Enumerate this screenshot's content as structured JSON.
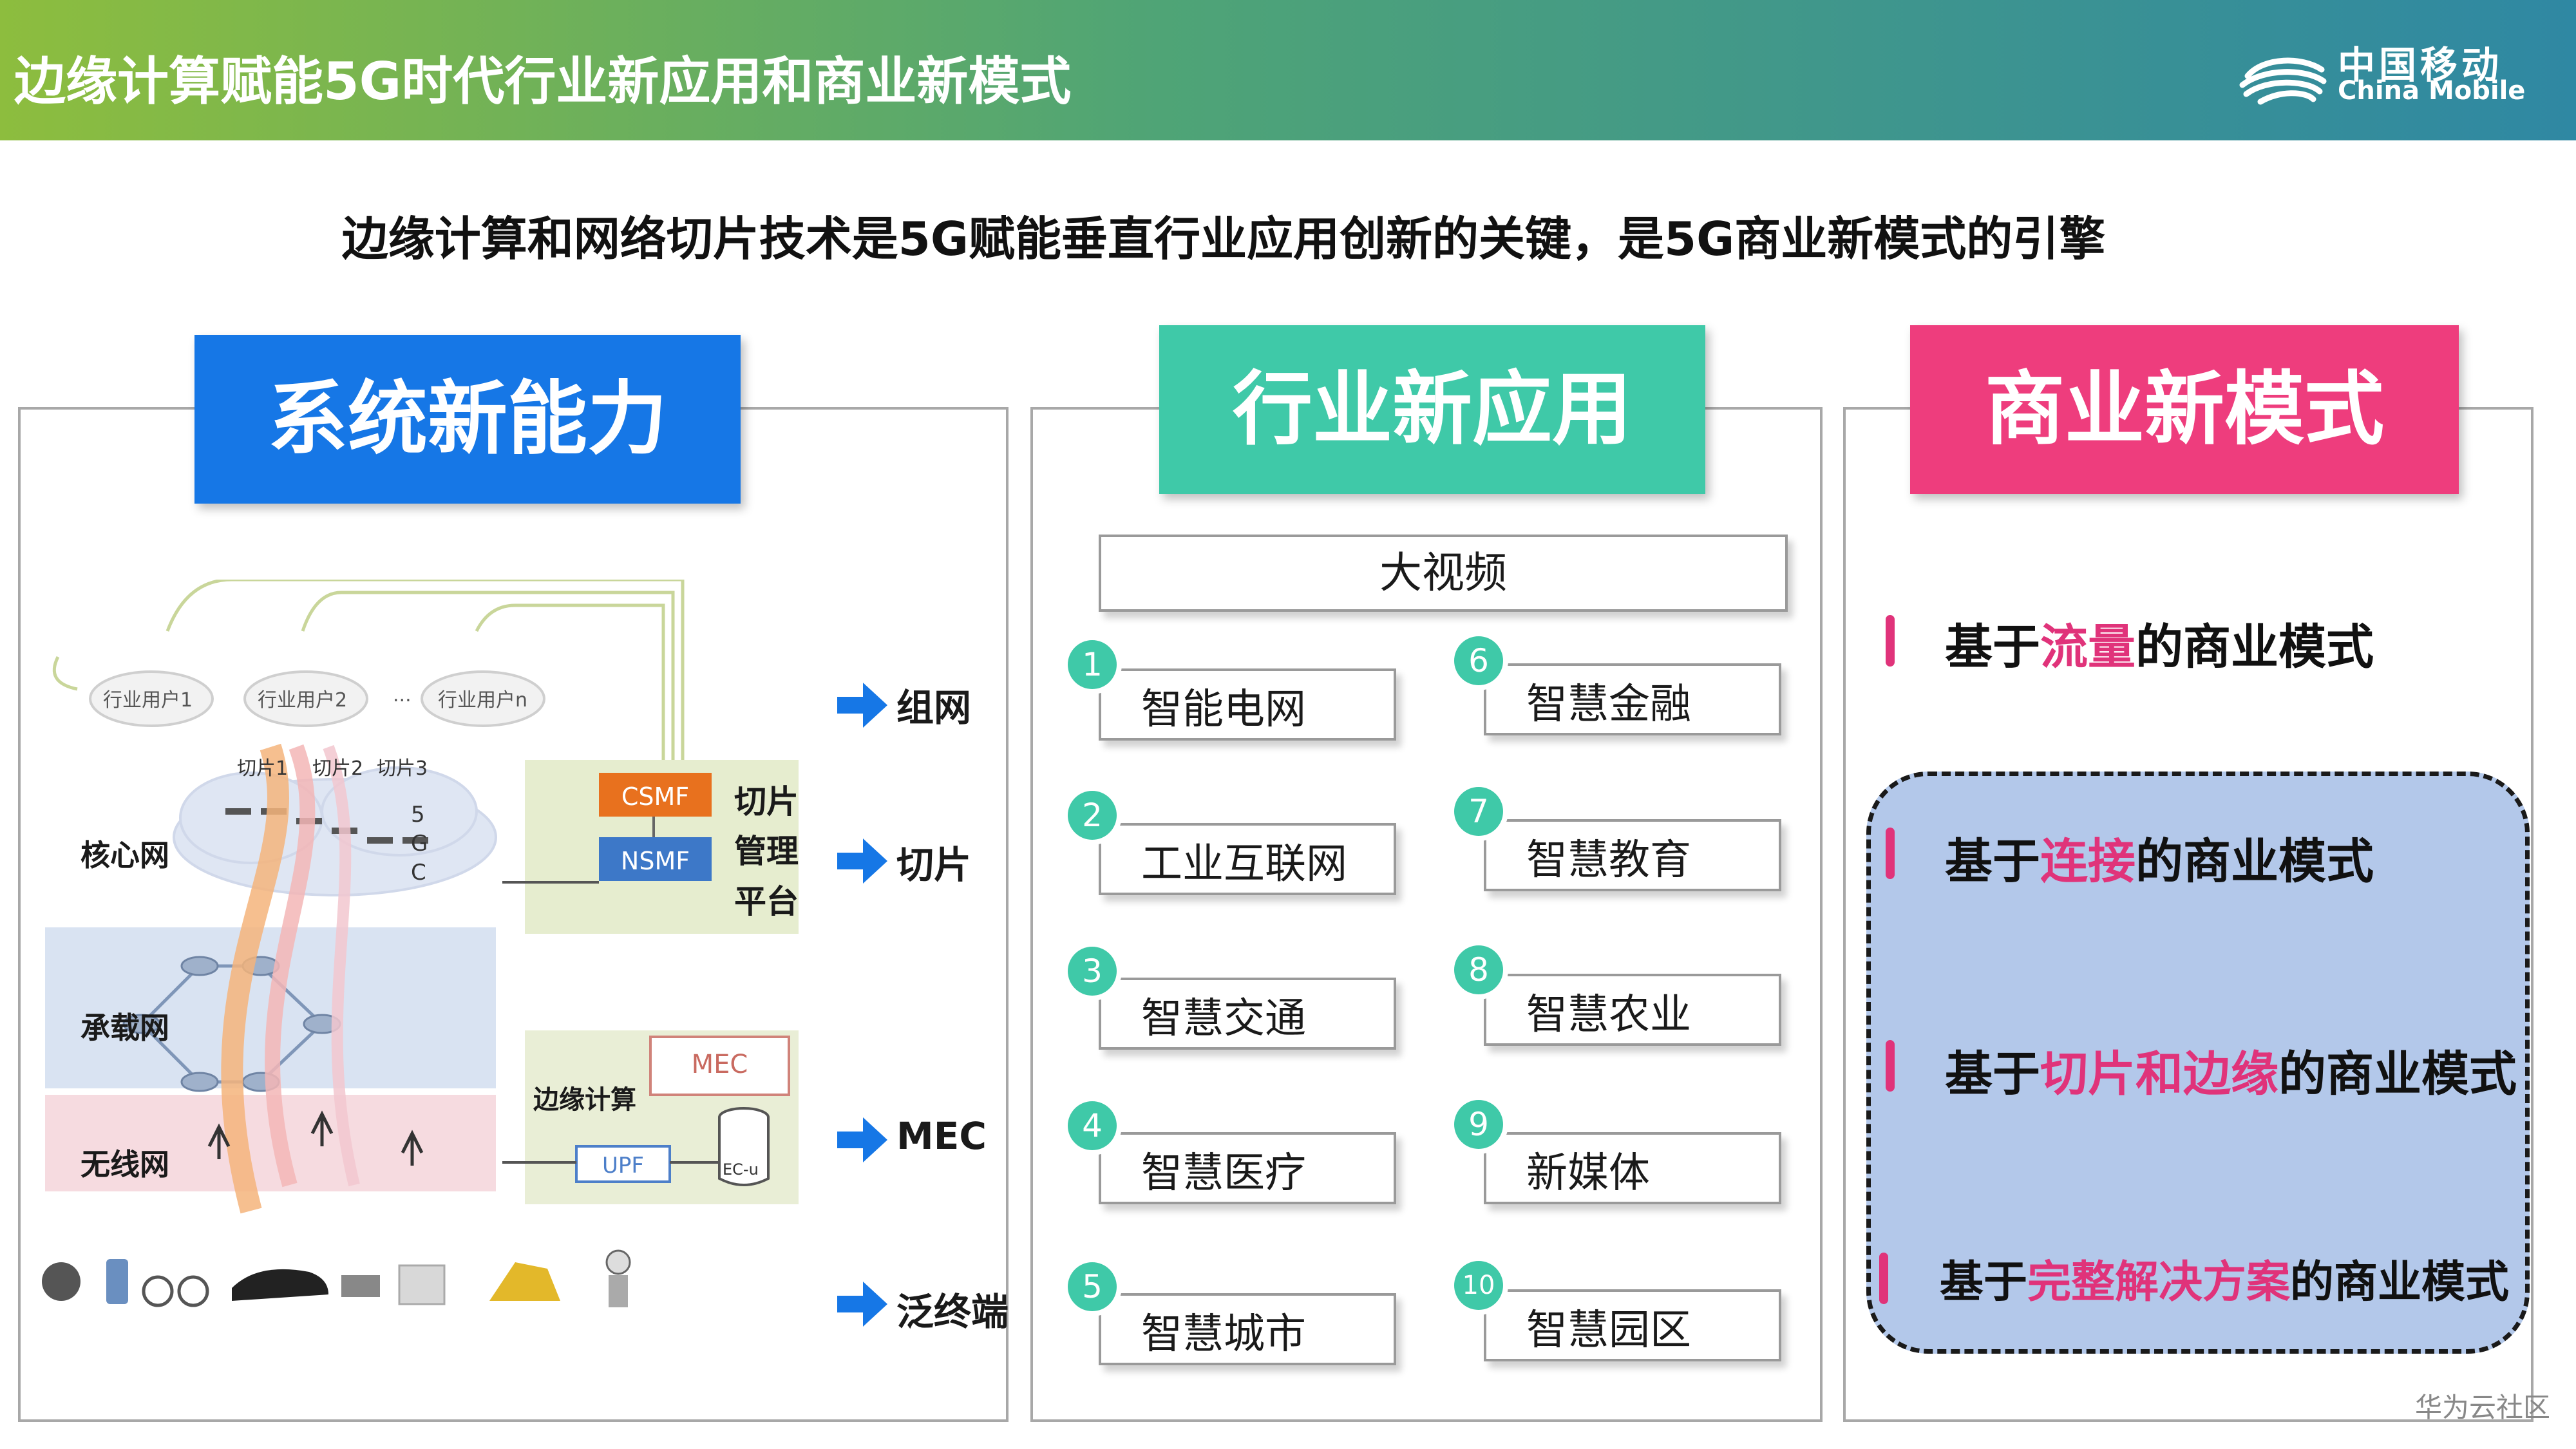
{
  "header": {
    "title": "边缘计算赋能5G时代行业新应用和商业新模式",
    "logo_cn": "中国移动",
    "logo_en": "China Mobile"
  },
  "subtitle": "边缘计算和网络切片技术是5G赋能垂直行业应用创新的关键，是5G商业新模式的引擎",
  "panel1": {
    "title": "系统新能力",
    "users": [
      "行业用户1",
      "行业用户2",
      "...",
      "行业用户n"
    ],
    "slices": [
      "切片1",
      "切片2",
      "切片3"
    ],
    "core_letters": [
      "5",
      "G",
      "C"
    ],
    "csmf": "CSMF",
    "nsmf": "NSMF",
    "slice_mgmt": [
      "切片",
      "管理",
      "平台"
    ],
    "net_core": "核心网",
    "net_bearer": "承载网",
    "net_wireless": "无线网",
    "edge_label": "边缘计算",
    "mec_box": "MEC",
    "upf_box": "UPF",
    "ec_label": "EC-u",
    "arrows": [
      "组网",
      "切片",
      "MEC",
      "泛终端"
    ]
  },
  "panel2": {
    "title": "行业新应用",
    "big_video": "大视频",
    "apps_left": [
      {
        "num": "1",
        "label": "智能电网"
      },
      {
        "num": "2",
        "label": "工业互联网"
      },
      {
        "num": "3",
        "label": "智慧交通"
      },
      {
        "num": "4",
        "label": "智慧医疗"
      },
      {
        "num": "5",
        "label": "智慧城市"
      }
    ],
    "apps_right": [
      {
        "num": "6",
        "label": "智慧金融"
      },
      {
        "num": "7",
        "label": "智慧教育"
      },
      {
        "num": "8",
        "label": "智慧农业"
      },
      {
        "num": "9",
        "label": "新媒体"
      },
      {
        "num": "10",
        "label": "智慧园区"
      }
    ]
  },
  "panel3": {
    "title": "商业新模式",
    "models": [
      {
        "prefix": "基于",
        "highlight": "流量",
        "suffix": "的商业模式"
      },
      {
        "prefix": "基于",
        "highlight": "连接",
        "suffix": "的商业模式"
      },
      {
        "prefix": "基于",
        "highlight": "切片和边缘",
        "suffix": "的商业模式"
      },
      {
        "prefix": "基于",
        "highlight": "完整解决方案",
        "suffix": "的商业模式"
      }
    ]
  },
  "watermark": "华为云社区",
  "colors": {
    "blue": "#1677e6",
    "teal": "#3fc9a8",
    "pink": "#ee3d7d",
    "highlight": "#e0337a"
  }
}
